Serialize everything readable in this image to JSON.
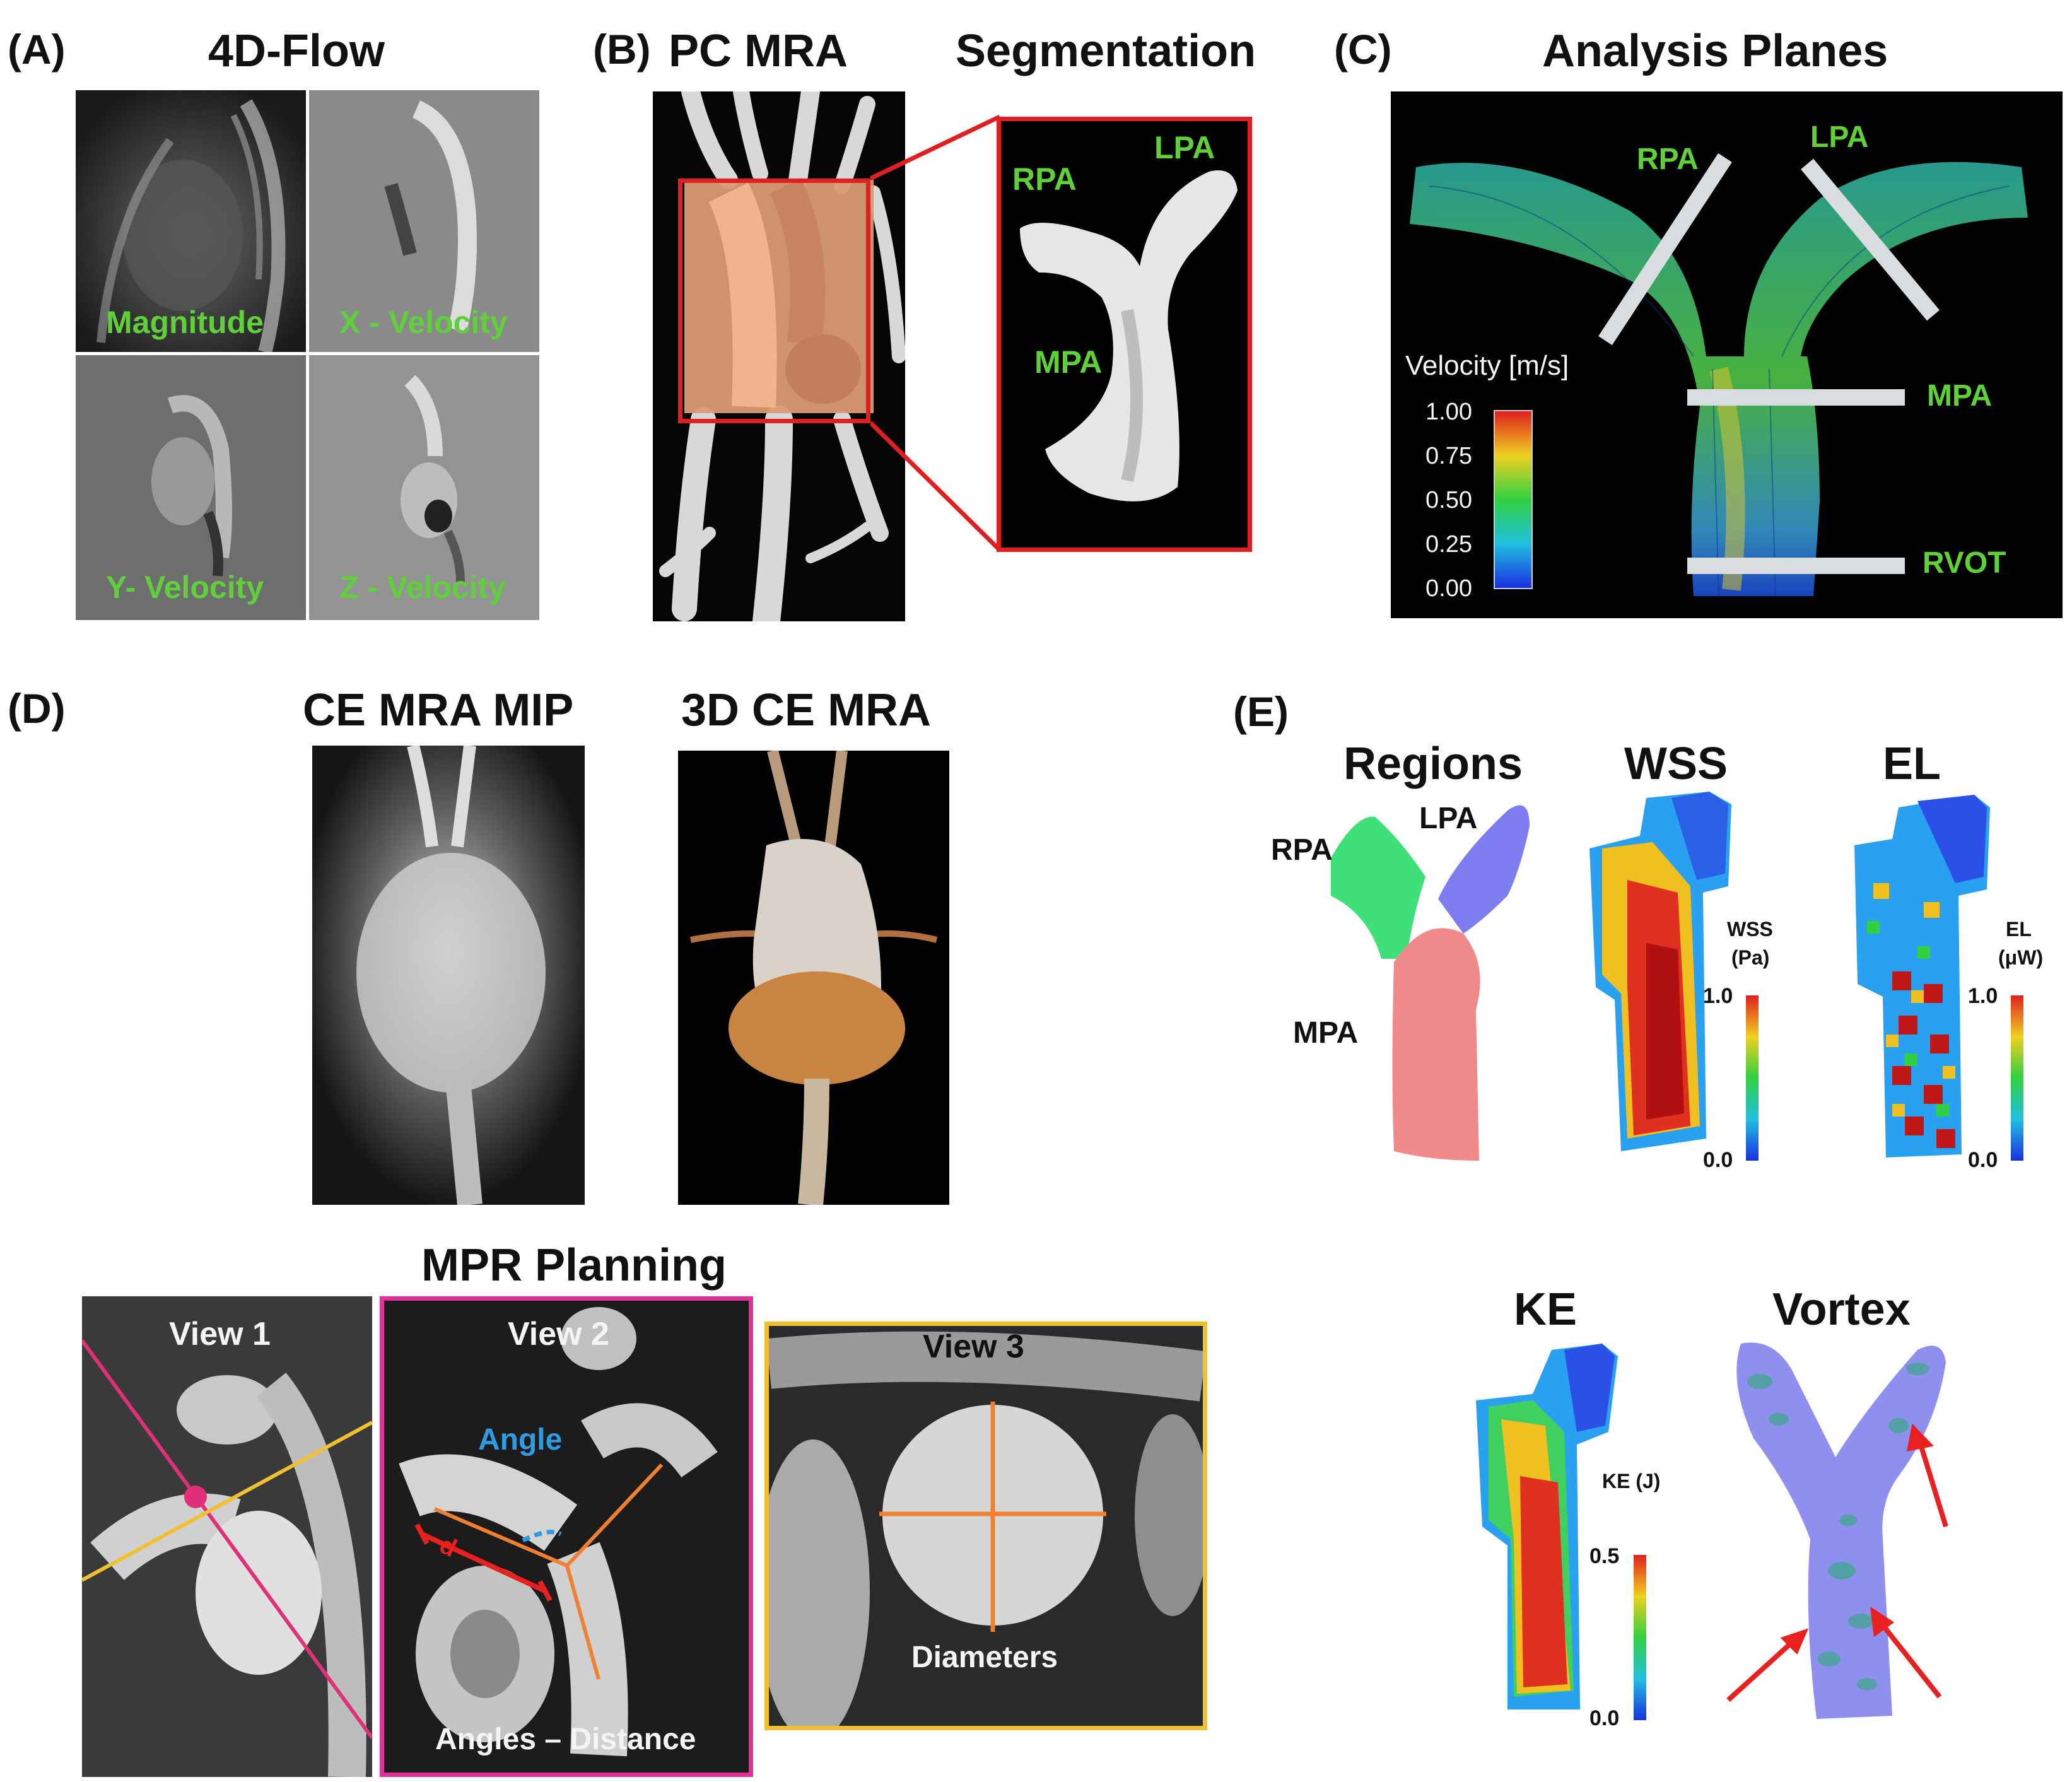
{
  "panels": {
    "a": {
      "letter": "(A)",
      "title": "4D-Flow",
      "labels": [
        "Magnitude",
        "X - Velocity",
        "Y- Velocity",
        "Z - Velocity"
      ]
    },
    "b": {
      "letter": "(B)",
      "title_left": "PC MRA",
      "title_right": "Segmentation",
      "labels": {
        "rpa": "RPA",
        "lpa": "LPA",
        "mpa": "MPA"
      }
    },
    "c": {
      "letter": "(C)",
      "title": "Analysis Planes",
      "labels": {
        "rpa": "RPA",
        "lpa": "LPA",
        "mpa": "MPA",
        "rvot": "RVOT"
      },
      "colorbar_title": "Velocity [m/s]",
      "colorbar_ticks": [
        "1.00",
        "0.75",
        "0.50",
        "0.25",
        "0.00"
      ]
    },
    "d": {
      "letter": "(D)",
      "title_mip": "CE MRA MIP",
      "title_3d": "3D CE MRA",
      "title_mpr": "MPR Planning",
      "view1": "View 1",
      "view2": "View 2",
      "view3": "View 3",
      "angle": "Angle",
      "d_label": "d",
      "angles_distance": "Angles – Distance",
      "diameters": "Diameters"
    },
    "e": {
      "letter": "(E)",
      "titles": {
        "regions": "Regions",
        "wss": "WSS",
        "el": "EL",
        "ke": "KE",
        "vortex": "Vortex"
      },
      "region_labels": {
        "rpa": "RPA",
        "lpa": "LPA",
        "mpa": "MPA"
      },
      "wss_bar": {
        "title_1": "WSS",
        "title_2": "(Pa)",
        "max": "1.0",
        "min": "0.0"
      },
      "el_bar": {
        "title_1": "EL",
        "title_2": "(μW)",
        "max": "1.0",
        "min": "0.0"
      },
      "ke_bar": {
        "title_1": "KE (J)",
        "max": "0.5",
        "min": "0.0"
      }
    }
  },
  "colors": {
    "label_green": "#5fd03a",
    "mpr_magenta": "#e0309a",
    "mpr_yellow": "#f0c030",
    "orange_line": "#f08030",
    "angle_blue": "#2f9be0",
    "arrow_red": "#e82020",
    "region_green": "#3fe07a",
    "region_blue": "#7d7df0",
    "region_red": "#f08a8a"
  }
}
